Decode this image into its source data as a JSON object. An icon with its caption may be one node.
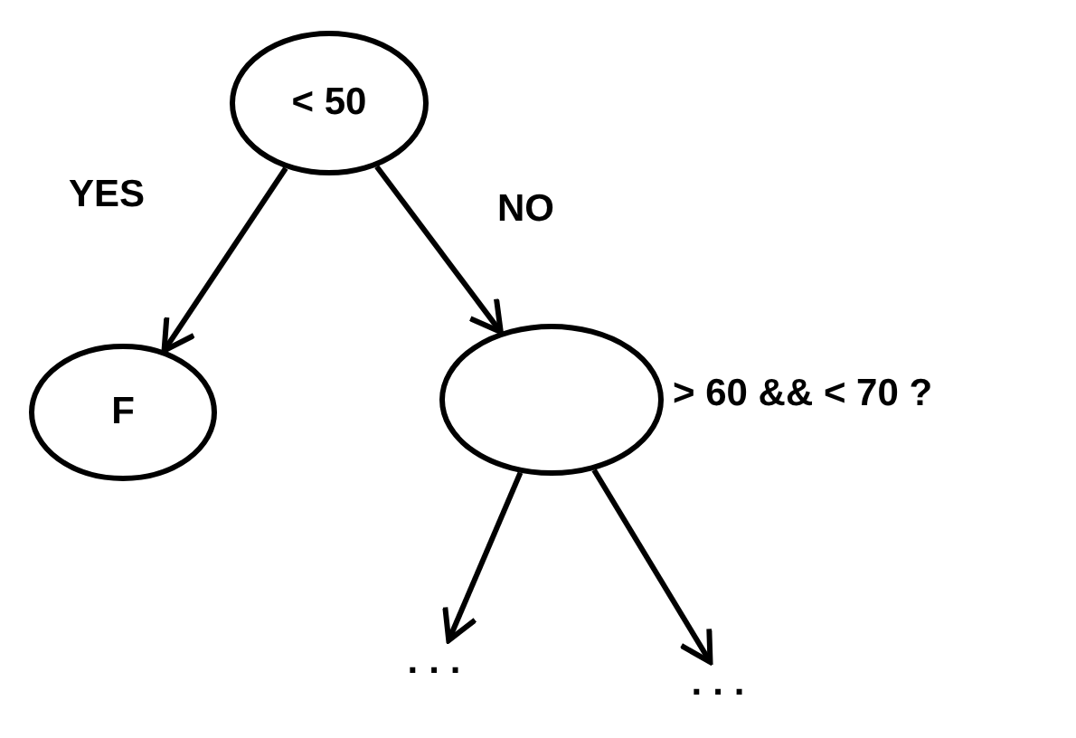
{
  "diagram": {
    "nodes": [
      {
        "text": [
          "< 50"
        ]
      },
      {
        "text": [
          "F"
        ]
      },
      {
        "text": [],
        "shape": "circle",
        "beside": [
          "> 60 && < 70 ?"
        ]
      },
      {
        "text": [
          "..."
        ]
      },
      {
        "text": [
          "..."
        ]
      }
    ],
    "edges": [
      {
        "from": 0,
        "to": 1,
        "arrow": "to",
        "label": "YES"
      },
      {
        "from": 0,
        "to": 2,
        "arrow": "to",
        "label": "NO"
      },
      {
        "from": 2,
        "to": 3,
        "arrow": "to"
      },
      {
        "from": 2,
        "to": 4,
        "arrow": "to"
      }
    ]
  }
}
